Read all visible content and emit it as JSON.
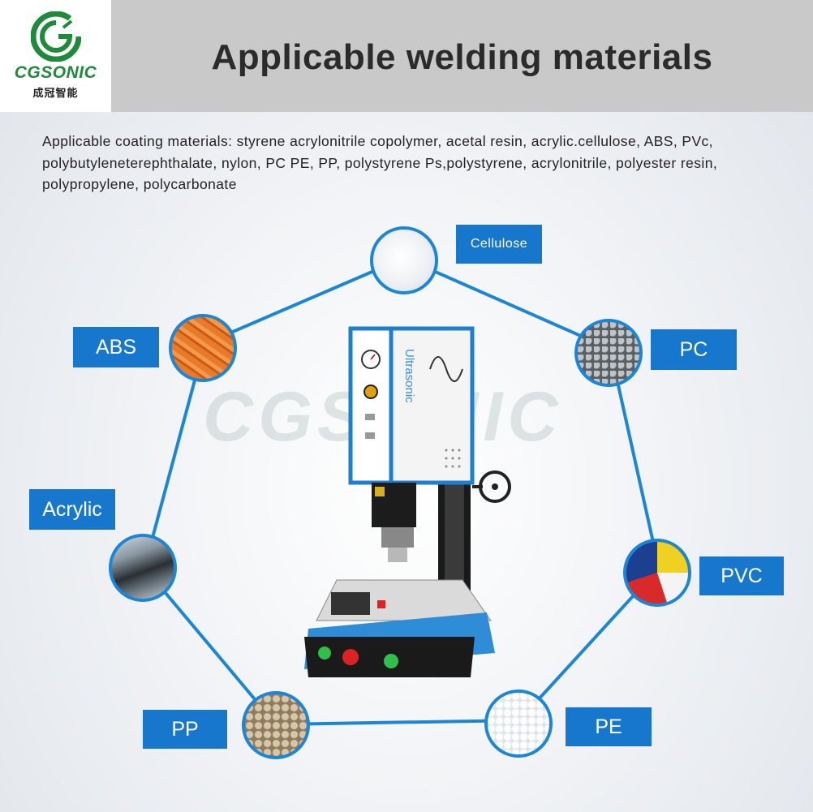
{
  "brand": {
    "name": "CGSONIC",
    "chinese": "成冠智能",
    "color": "#1f8a3a"
  },
  "header": {
    "title": "Applicable welding materials"
  },
  "description": "Applicable coating materials: styrene acrylonitrile copolymer, acetal resin, acrylic.cellulose, ABS, PVc, polybutyleneterephthalate, nylon, PC PE, PP, polystyrene Ps,polystyrene, acrylonitrile, polyester resin, polypropylene, polycarbonate",
  "watermark": "CGSONIC",
  "machine": {
    "brand_text": "Ultrasonic"
  },
  "materials": [
    {
      "key": "cellulose",
      "label": "Cellulose"
    },
    {
      "key": "abs",
      "label": "ABS"
    },
    {
      "key": "pc",
      "label": "PC"
    },
    {
      "key": "acrylic",
      "label": "Acrylic"
    },
    {
      "key": "pvc",
      "label": "PVC"
    },
    {
      "key": "pp",
      "label": "PP"
    },
    {
      "key": "pe",
      "label": "PE"
    }
  ],
  "colors": {
    "accent": "#1677cc",
    "line": "#1b86d8",
    "header_bg": "#c9c9c9"
  }
}
